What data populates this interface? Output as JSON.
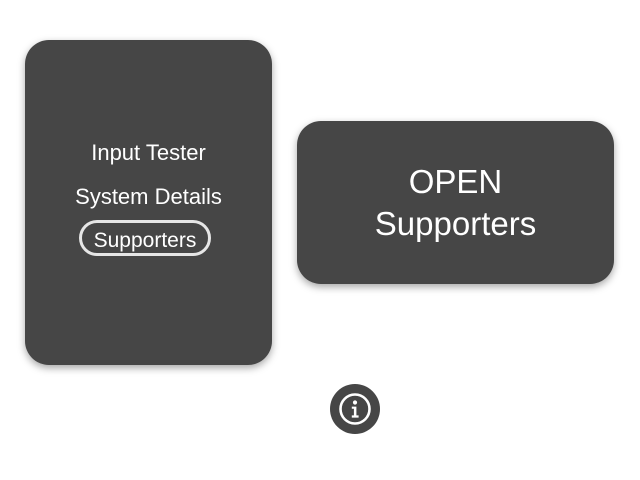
{
  "menu": {
    "items": [
      {
        "label": "Input Tester"
      },
      {
        "label": "System Details"
      },
      {
        "label": "Supporters",
        "selected": true
      }
    ]
  },
  "action_panel": {
    "line1": "OPEN",
    "line2": "Supporters"
  },
  "info_button": {
    "icon": "info-icon"
  },
  "colors": {
    "panel": "#464646",
    "text": "#ffffff",
    "selection_ring": "#e6e6e6",
    "background": "#ffffff"
  }
}
